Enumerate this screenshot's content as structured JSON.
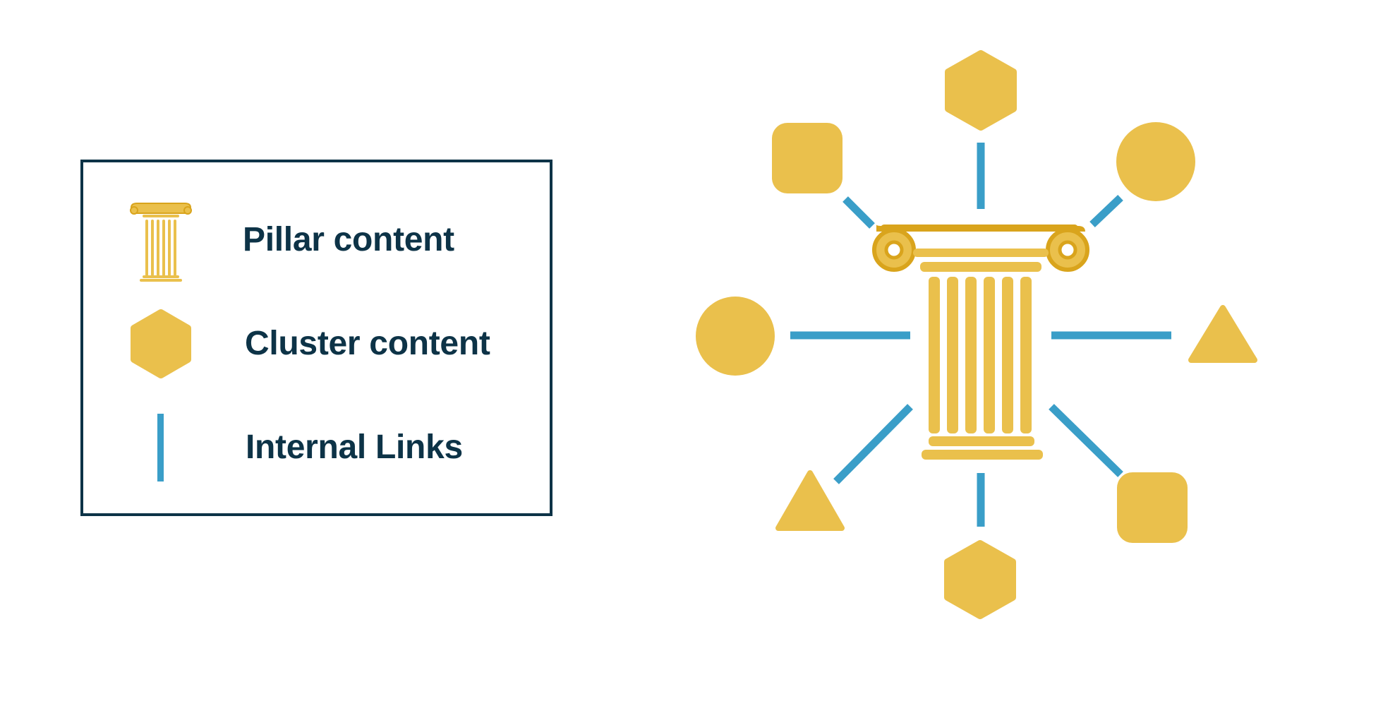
{
  "legend": {
    "items": [
      {
        "icon": "pillar-column-icon",
        "label": "Pillar content"
      },
      {
        "icon": "hexagon-icon",
        "label": "Cluster content"
      },
      {
        "icon": "link-line-icon",
        "label": "Internal Links"
      }
    ]
  },
  "diagram": {
    "center": "pillar-column-icon",
    "clusters": [
      "hexagon-icon",
      "circle-icon",
      "triangle-icon",
      "rounded-square-icon",
      "hexagon-icon",
      "triangle-icon",
      "circle-icon",
      "rounded-square-icon"
    ]
  },
  "colors": {
    "border": "#0d3347",
    "text": "#0d3347",
    "shape": "#eac04c",
    "pillar_outline": "#d9a41c",
    "link": "#3a9ec8"
  }
}
